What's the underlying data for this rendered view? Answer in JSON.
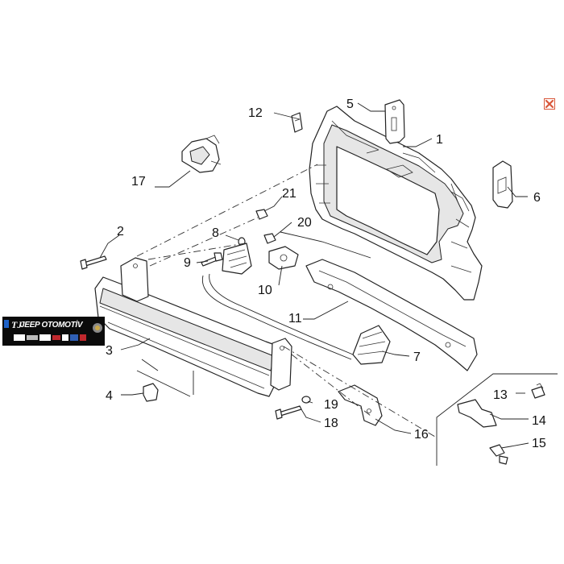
{
  "callouts": [
    {
      "id": "1",
      "text": "1"
    },
    {
      "id": "2",
      "text": "2"
    },
    {
      "id": "3",
      "text": "3"
    },
    {
      "id": "4",
      "text": "4"
    },
    {
      "id": "5",
      "text": "5"
    },
    {
      "id": "6",
      "text": "6"
    },
    {
      "id": "7",
      "text": "7"
    },
    {
      "id": "8",
      "text": "8"
    },
    {
      "id": "9",
      "text": "9"
    },
    {
      "id": "10",
      "text": "10"
    },
    {
      "id": "11",
      "text": "11"
    },
    {
      "id": "12",
      "text": "12"
    },
    {
      "id": "13",
      "text": "13"
    },
    {
      "id": "14",
      "text": "14"
    },
    {
      "id": "15",
      "text": "15"
    },
    {
      "id": "16",
      "text": "16"
    },
    {
      "id": "17",
      "text": "17"
    },
    {
      "id": "18",
      "text": "18"
    },
    {
      "id": "19",
      "text": "19"
    },
    {
      "id": "20",
      "text": "20"
    },
    {
      "id": "21",
      "text": "21"
    }
  ],
  "watermark": {
    "initials": "TJ",
    "brand": "JEEP OTOMOTİV"
  },
  "close_icon": "close-x-icon",
  "colors": {
    "close_border": "#d9583b",
    "close_x": "#d9583b",
    "logo_bg": "#0b0b0b",
    "line": "#222222"
  }
}
